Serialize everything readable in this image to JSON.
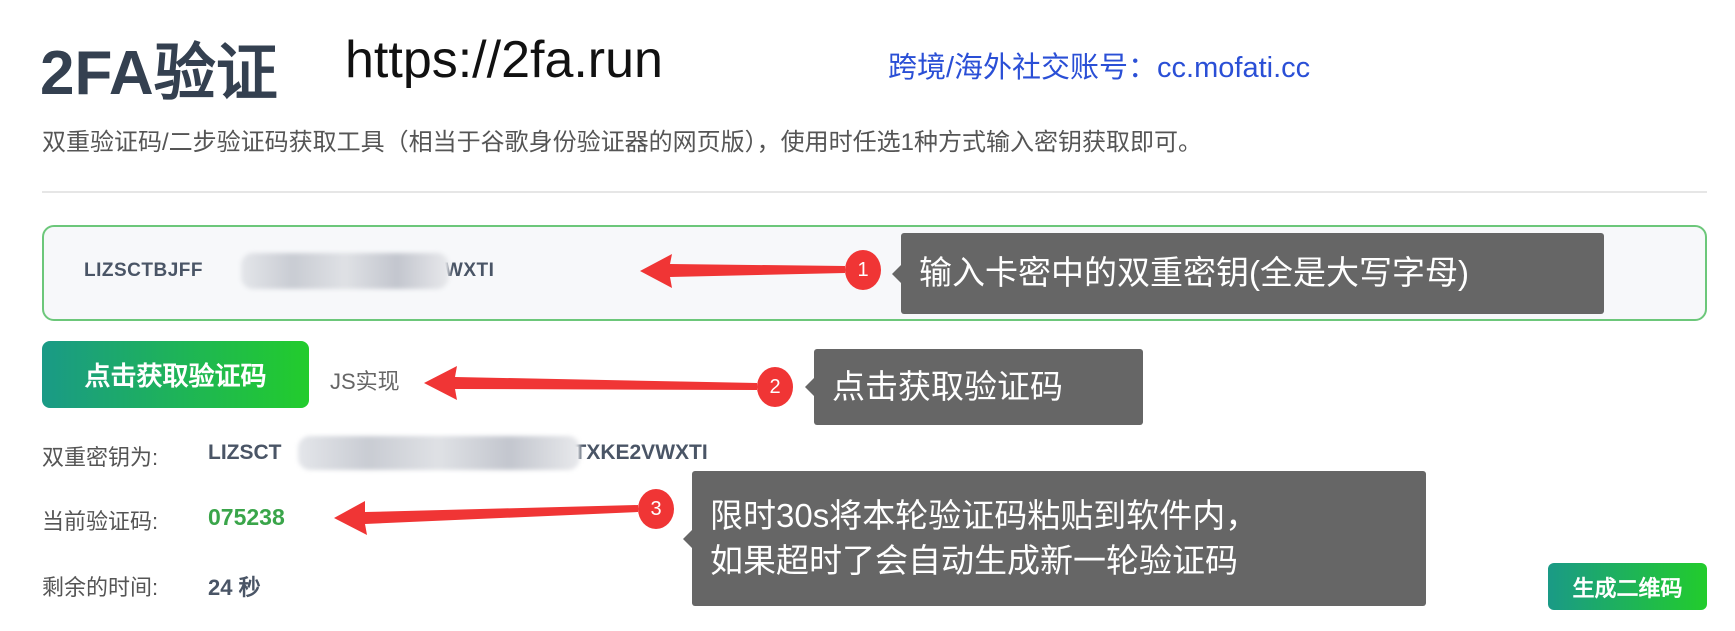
{
  "header": {
    "title": "2FA验证",
    "url": "https://2fa.run",
    "promo": "跨境/海外社交账号：cc.mofati.cc",
    "subtitle": "双重验证码/二步验证码获取工具（相当于谷歌身份验证器的网页版），使用时任选1种方式输入密钥获取即可。"
  },
  "input": {
    "value_prefix": "LIZSCTBJFF",
    "value_suffix": "TXKE2VWXTI"
  },
  "actions": {
    "get_code": "点击获取验证码",
    "js_label": "JS实现",
    "qr": "生成二维码"
  },
  "result": {
    "key_label": "双重密钥为:",
    "key_prefix": "LIZSCT",
    "key_suffix": "TXKE2VWXTI",
    "code_label": "当前验证码:",
    "code": "075238",
    "time_label": "剩余的时间:",
    "time": "24 秒"
  },
  "annotations": [
    {
      "num": "1",
      "text": "输入卡密中的双重密钥(全是大写字母)"
    },
    {
      "num": "2",
      "text": "点击获取验证码"
    },
    {
      "num": "3",
      "line1": "限时30s将本轮验证码粘贴到软件内，",
      "line2": "如果超时了会自动生成新一轮验证码"
    }
  ],
  "colors": {
    "accent": "#22cc2c",
    "annotation_red": "#f03535",
    "link": "#2a4fd6"
  }
}
